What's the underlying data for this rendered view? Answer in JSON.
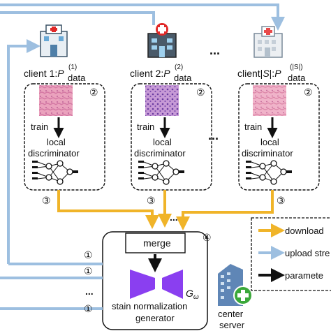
{
  "clients": [
    {
      "prefix": "client 1:",
      "dist": "P",
      "sup": "(1)",
      "sub": "data"
    },
    {
      "prefix": "client 2:",
      "dist": "P",
      "sup": "(2)",
      "sub": "data"
    },
    {
      "prefix": "client|",
      "set": "S",
      "mid": "|:",
      "dist": "P",
      "sup": "(|S|)",
      "sub": "data"
    }
  ],
  "train_label": "train",
  "local_label_1": "local",
  "local_label_2": "discriminator",
  "ellipsis": "...",
  "merge_label": "merge",
  "generator_symbol": "G",
  "generator_sub": "ω",
  "generator_label_1": "stain normalization",
  "generator_label_2": "generator",
  "center_label_1": "center",
  "center_label_2": "server",
  "step_badges": {
    "one": "①",
    "two": "②",
    "three": "③",
    "four": "④"
  },
  "legend": [
    {
      "label": "download",
      "color": "#f0b429"
    },
    {
      "label": "upload stre",
      "color": "#9dbfe0"
    },
    {
      "label": "paramete",
      "color": "#111111"
    }
  ],
  "colors": {
    "download": "#f0b429",
    "upload": "#9dbfe0",
    "generator": "#8a3ff0"
  }
}
